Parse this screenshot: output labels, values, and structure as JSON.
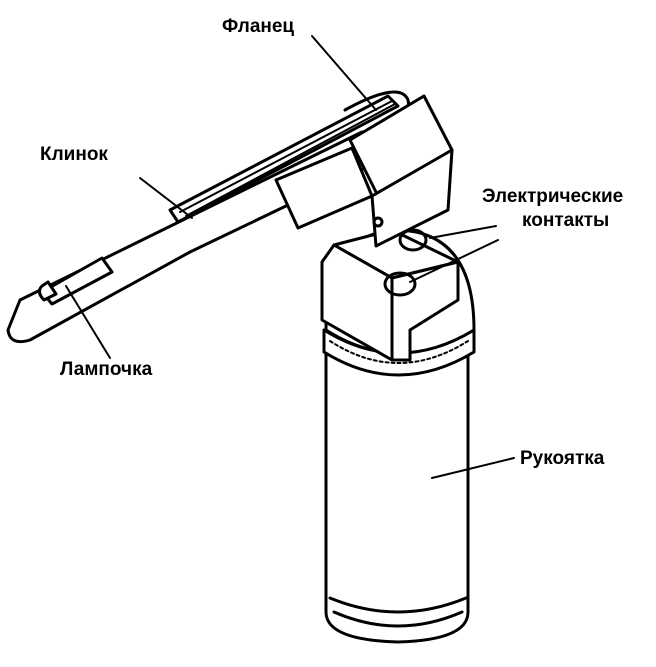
{
  "labels": {
    "flange": "Фланец",
    "blade": "Клинок",
    "contacts_line1": "Электрические",
    "contacts_line2": "контакты",
    "bulb": "Лампочка",
    "handle": "Рукоятка"
  }
}
